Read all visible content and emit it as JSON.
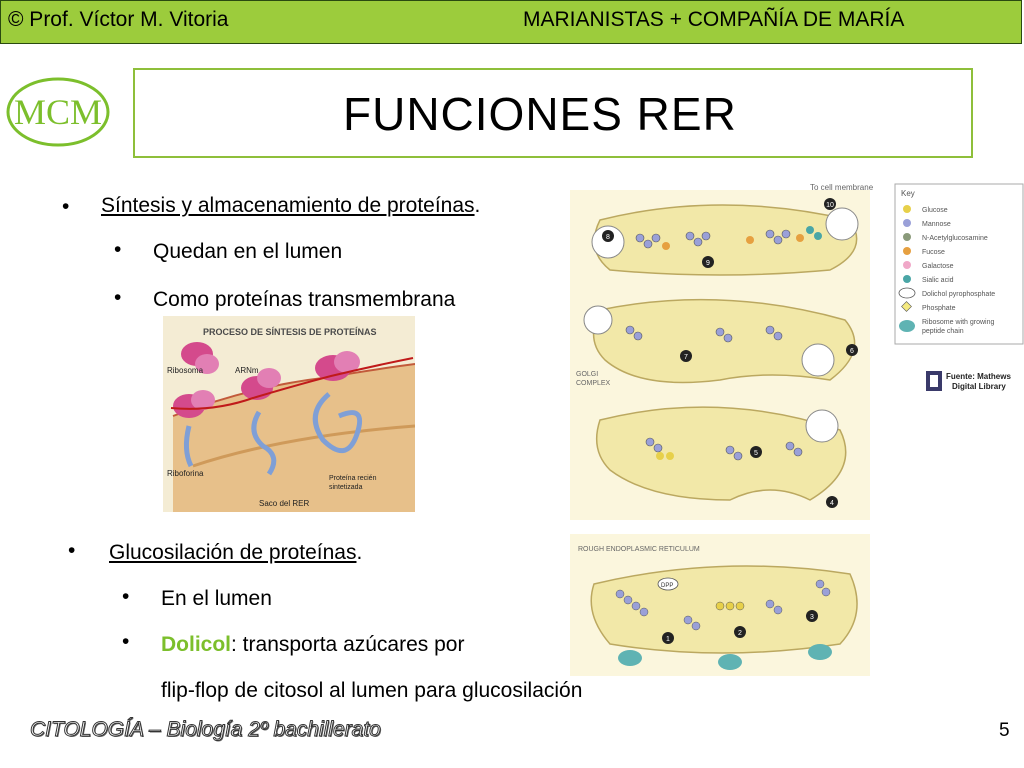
{
  "header": {
    "left": "© Prof. Víctor M. Vitoria",
    "right": "MARIANISTAS + COMPAÑÍA DE MARÍA",
    "bg_color": "#9ccc3c"
  },
  "logo": {
    "text": "MCM",
    "color": "#7cbf2c"
  },
  "title": "FUNCIONES RER",
  "section1": {
    "bullet": "•",
    "heading": "Síntesis y almacenamiento de proteínas",
    "heading_suffix": ".",
    "items": [
      "Quedan en el lumen",
      "Como proteínas transmembrana"
    ]
  },
  "protein_figure": {
    "title": "PROCESO DE SÍNTESIS DE PROTEÍNAS",
    "labels": {
      "ribosoma": "Ribosoma",
      "arnm": "ARNm",
      "riboforina": "Riboforina",
      "proteina_1": "Proteína recién",
      "proteina_2": "sintetizada",
      "saco": "Saco del RER"
    }
  },
  "golgi_figure": {
    "to_cell_membrane": "To cell membrane",
    "golgi_1": "GOLGI",
    "golgi_2": "COMPLEX",
    "key_title": "Key",
    "key_items": [
      "Glucose",
      "Mannose",
      "N-Acetylglucosamine",
      "Fucose",
      "Galactose",
      "Sialic acid",
      "Dolichol pyrophosphate",
      "Phosphate",
      "Ribosome with growing",
      "peptide chain"
    ],
    "step_numbers": [
      "4",
      "5",
      "6",
      "7",
      "8",
      "9",
      "10"
    ],
    "source_1": "Fuente: Mathews",
    "source_2": "Digital Library"
  },
  "rer_figure": {
    "title": "ROUGH ENDOPLASMIC RETICULUM",
    "dpp": "DPP",
    "step_numbers": [
      "1",
      "2",
      "3"
    ]
  },
  "section2": {
    "bullet": "•",
    "heading": "Glucosilación de proteínas",
    "heading_suffix": ".",
    "item1": "En el lumen",
    "dolicol_label": "Dolicol",
    "dolicol_rest": ": transporta azúcares por",
    "continuation": "flip-flop de citosol al lumen para glucosilación"
  },
  "footer": {
    "left": "CITOLOGÍA – Biología 2º bachillerato",
    "page": "5"
  }
}
